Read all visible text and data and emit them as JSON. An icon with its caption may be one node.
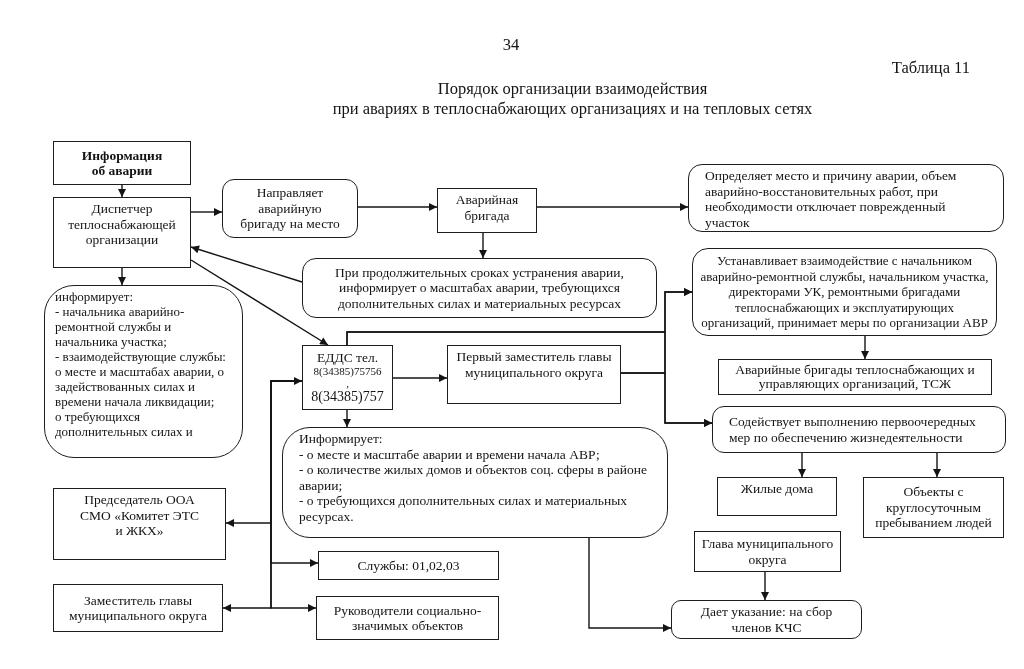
{
  "diagram": {
    "title": "Порядок организации взаимодействия при авариях в теплоснабжающих организациях и на тепловых сетях",
    "nodes": [
      {
        "text": [
          "Информация об аварии"
        ]
      },
      {
        "text": [
          "Диспетчер теплоснабжающей организации"
        ]
      },
      {
        "text": [
          "Направляет аварийную бригаду на место"
        ]
      },
      {
        "text": [
          "Аварийная бригада"
        ]
      },
      {
        "text": [
          "Определяет место и причину аварии, объем аварийно-восстановительных работ, при необходимости отключает поврежденный участок"
        ]
      },
      {
        "text": [
          "При продолжительных сроках устранения аварии, информирует о масштабах аварии, требующихся дополнительных силах и материальных ресурсах"
        ]
      },
      {
        "text": [
          "информирует:",
          "- начальника аварийно-ремонтной службы и начальника участка;",
          "- взаимодействующие службы: о месте и масштабах аварии, о задействованных силах и времени начала ликвидации;",
          "о требующихся дополнительных силах и"
        ]
      },
      {
        "text": [
          "Устанавливает взаимодействие с начальником аварийно-ремонтной службы, начальником участка, директорами УК, ремонтными бригадами теплоснабжающих и эксплуатирующих организаций, принимает меры по организации АВР"
        ]
      },
      {
        "text": [
          "ЕДДС тел.",
          "8(34385)75756",
          ",",
          "8(34385)757"
        ]
      },
      {
        "text": [
          "Первый заместитель главы муниципального округа"
        ]
      },
      {
        "text": [
          "Аварийные бригады теплоснабжающих и управляющих организаций, ТСЖ"
        ]
      },
      {
        "text": [
          "Содействует выполнению первоочередных мер по обеспечению жизнедеятельности"
        ]
      },
      {
        "text": [
          "Информирует:",
          "- о месте и масштабе аварии и времени начала АВР;",
          "- о количестве жилых домов и объектов соц. сферы в районе аварии;",
          "- о требующихся дополнительных силах и материальных ресурсах."
        ]
      },
      {
        "text": [
          "Жилые дома"
        ]
      },
      {
        "text": [
          "Объекты с круглосуточным пребыванием людей"
        ]
      },
      {
        "text": [
          "Председатель ООА СМО «Комитет ЭТС и ЖКХ»"
        ]
      },
      {
        "text": [
          "Глава муниципального округа"
        ]
      },
      {
        "text": [
          "Службы: 01,02,03"
        ]
      },
      {
        "text": [
          "Заместитель главы муниципального округа"
        ]
      },
      {
        "text": [
          "Руководители социально-значимых объектов"
        ]
      },
      {
        "text": [
          "Дает указание: на сбор членов КЧС"
        ]
      }
    ],
    "edges": [
      {
        "from": 0,
        "to": 1,
        "arrow": "to"
      },
      {
        "from": 1,
        "to": 2,
        "arrow": "to"
      },
      {
        "from": 2,
        "to": 3,
        "arrow": "to"
      },
      {
        "from": 3,
        "to": 4,
        "arrow": "to"
      },
      {
        "from": 3,
        "to": 5,
        "arrow": "to"
      },
      {
        "from": 5,
        "to": 1,
        "arrow": "to"
      },
      {
        "from": 1,
        "to": 6,
        "arrow": "to"
      },
      {
        "from": 1,
        "to": 8,
        "arrow": "to"
      },
      {
        "from": 8,
        "to": 7,
        "arrow": "to"
      },
      {
        "from": 8,
        "to": 11,
        "arrow": "to"
      },
      {
        "from": 9,
        "to": 7,
        "arrow": "to"
      },
      {
        "from": 9,
        "to": 11,
        "arrow": "to"
      },
      {
        "from": 8,
        "to": 9,
        "arrow": "to"
      },
      {
        "from": 7,
        "to": 10,
        "arrow": "to"
      },
      {
        "from": 8,
        "to": 12,
        "arrow": "to"
      },
      {
        "from": 11,
        "to": 13,
        "arrow": "to"
      },
      {
        "from": 11,
        "to": 14,
        "arrow": "to"
      },
      {
        "from": 8,
        "to": 15,
        "arrow": "to"
      },
      {
        "from": 8,
        "to": 17,
        "arrow": "both"
      },
      {
        "from": 8,
        "to": 18,
        "arrow": "to"
      },
      {
        "from": 8,
        "to": 19,
        "arrow": "to"
      },
      {
        "from": 12,
        "to": 20,
        "arrow": "to"
      },
      {
        "from": 16,
        "to": 20,
        "arrow": "to"
      }
    ],
    "labels": [
      "34",
      "Таблица 11"
    ]
  }
}
